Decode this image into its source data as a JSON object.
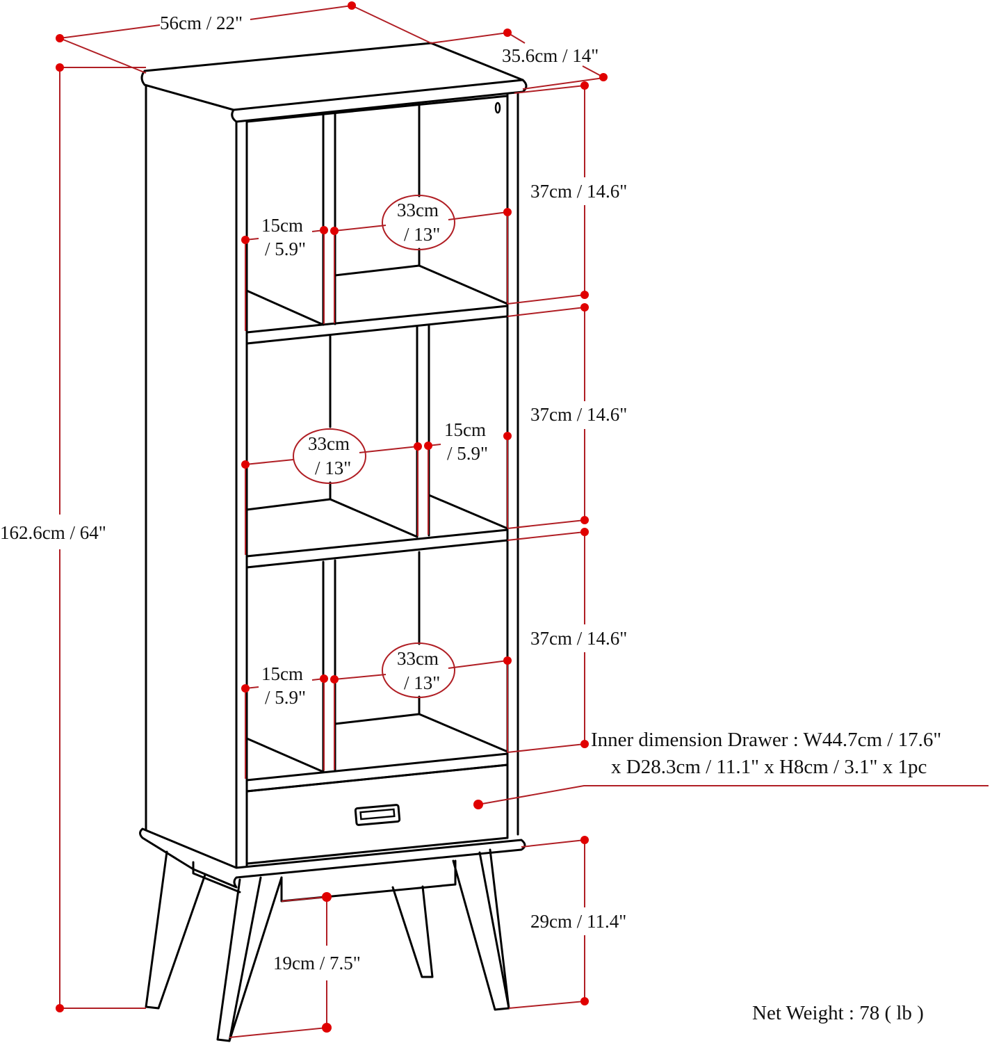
{
  "title": "Bookcase with drawer — dimension diagram",
  "accent_color": "#b01e24",
  "dot_color": "#e00000",
  "labels": {
    "overall_width": "56cm / 22\"",
    "overall_depth": "35.6cm / 14\"",
    "overall_height": "162.6cm / 64\"",
    "shelf_height_1": "37cm / 14.6\"",
    "shelf_height_2": "37cm / 14.6\"",
    "shelf_height_3": "37cm / 14.6\"",
    "top_narrow_line1": "15cm",
    "top_narrow_line2": "/ 5.9\"",
    "top_wide_line1": "33cm",
    "top_wide_line2": "/ 13\"",
    "mid_wide_line1": "33cm",
    "mid_wide_line2": "/ 13\"",
    "mid_narrow_line1": "15cm",
    "mid_narrow_line2": "/ 5.9\"",
    "bot_narrow_line1": "15cm",
    "bot_narrow_line2": "/ 5.9\"",
    "bot_wide_line1": "33cm",
    "bot_wide_line2": "/ 13\"",
    "drawer_line1": "Inner dimension Drawer : W44.7cm / 17.6\"",
    "drawer_line2": "x D28.3cm / 11.1\" x H8cm / 3.1\" x 1pc",
    "leg_height": "29cm / 11.4\"",
    "floor_clearance": "19cm / 7.5\"",
    "net_weight": "Net Weight : 78 ( lb )"
  }
}
